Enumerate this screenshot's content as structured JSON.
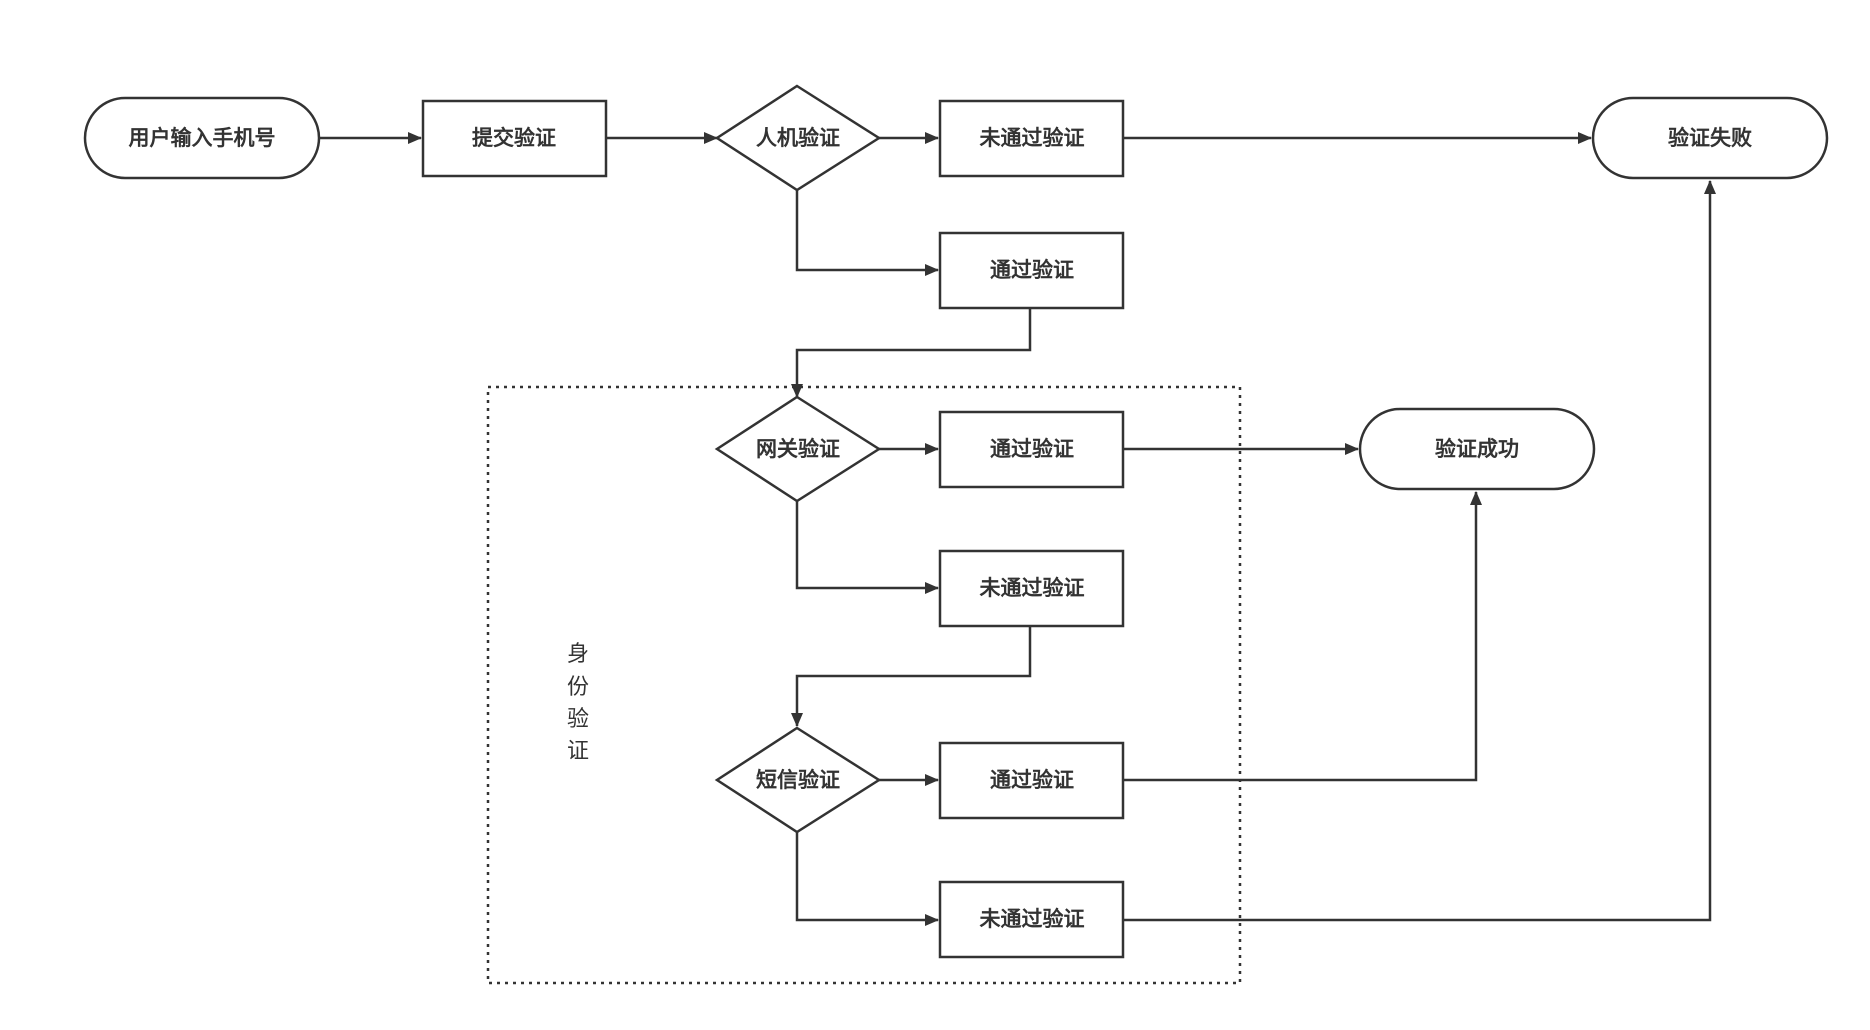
{
  "colors": {
    "stroke": "#333333",
    "text": "#333333",
    "background": "#ffffff"
  },
  "group": {
    "label": "身份验证"
  },
  "nodes": {
    "user_input": "用户输入手机号",
    "submit": "提交验证",
    "captcha": "人机验证",
    "captcha_fail": "未通过验证",
    "captcha_pass": "通过验证",
    "gateway": "网关验证",
    "gateway_pass": "通过验证",
    "gateway_fail": "未通过验证",
    "sms": "短信验证",
    "sms_pass": "通过验证",
    "sms_fail": "未通过验证",
    "success": "验证成功",
    "failure": "验证失败"
  }
}
